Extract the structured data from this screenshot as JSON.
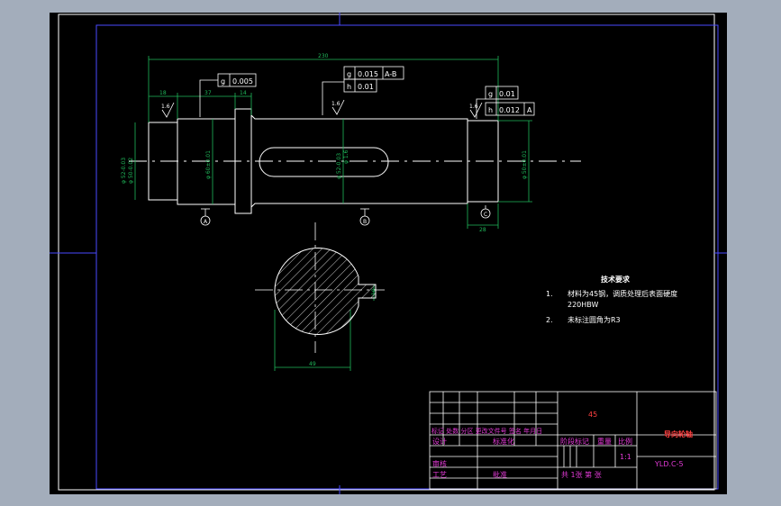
{
  "drawing": {
    "dims": {
      "overall": "230",
      "d18": "18",
      "d37": "37",
      "d14": "14",
      "d28": "28",
      "d49": "49",
      "d10": "10",
      "bore_left": "φ 50-0.02",
      "bore_left2": "φ 52-0.03",
      "shaft_mid": "φ 60±0.01",
      "shaft_key": "φ 52-0.03",
      "shaft_key2": "φ 1.6",
      "right_dia": "φ 50±0.01",
      "roughness1": "1.6",
      "roughness2": "1.6",
      "roughness3": "1.6"
    },
    "gtol_left": {
      "sym": "g",
      "val": "0.005"
    },
    "gtol_mid": [
      {
        "sym": "g",
        "val": "0.015",
        "ref": "A-B"
      },
      {
        "sym": "h",
        "val": "0.01",
        "ref": ""
      }
    ],
    "gtol_right": [
      {
        "sym": "g",
        "val": "0.01",
        "ref": ""
      },
      {
        "sym": "h",
        "val": "0.012",
        "ref": "A"
      }
    ],
    "datums": [
      "A",
      "B",
      "C"
    ]
  },
  "notes": {
    "title": "技术要求",
    "items": [
      {
        "num": "1.",
        "text": "材料为45钢，调质处理后表面硬度",
        "text2": "220HBW"
      },
      {
        "num": "2.",
        "text": "未标注圆角为R3",
        "text2": ""
      }
    ]
  },
  "titleblock": {
    "material": "45",
    "part_name": "导向轮轴",
    "drawing_no": "YLD.C-5",
    "scale": "1:1",
    "row_header": "标记 处数 分区 更改文件号 签名 年月日",
    "design": "设计",
    "standardize": "标准化",
    "stage": "阶段标记",
    "weight": "重量",
    "ratio": "比例",
    "review": "审核",
    "process": "工艺",
    "approve": "批准",
    "sheets": "共 1张 第 张"
  }
}
